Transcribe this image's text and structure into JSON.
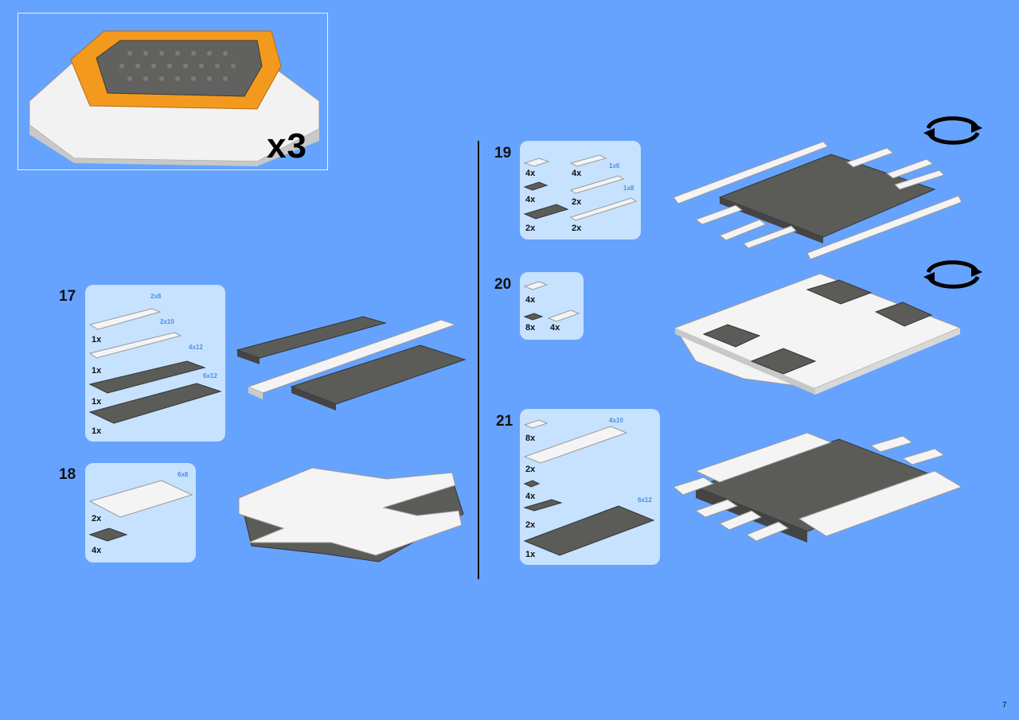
{
  "preview": {
    "multiplier": "x3"
  },
  "steps": {
    "s17": {
      "number": "17",
      "parts": [
        {
          "qty": "1x",
          "dim": "2x8"
        },
        {
          "qty": "1x",
          "dim": "2x10"
        },
        {
          "qty": "1x",
          "dim": "4x12"
        },
        {
          "qty": "1x",
          "dim": "6x12"
        }
      ]
    },
    "s18": {
      "number": "18",
      "parts": [
        {
          "qty": "2x",
          "dim": "6x8"
        },
        {
          "qty": "4x"
        }
      ]
    },
    "s19": {
      "number": "19",
      "parts": [
        {
          "qty": "4x"
        },
        {
          "qty": "4x"
        },
        {
          "qty": "2x"
        },
        {
          "qty": "4x"
        },
        {
          "qty": "2x",
          "dim": "1x6"
        },
        {
          "qty": "2x",
          "dim": "1x8"
        }
      ]
    },
    "s20": {
      "number": "20",
      "parts": [
        {
          "qty": "4x"
        },
        {
          "qty": "8x"
        },
        {
          "qty": "4x"
        }
      ]
    },
    "s21": {
      "number": "21",
      "parts": [
        {
          "qty": "8x"
        },
        {
          "qty": "2x",
          "dim": "4x10"
        },
        {
          "qty": "4x"
        },
        {
          "qty": "2x"
        },
        {
          "qty": "1x",
          "dim": "6x12"
        }
      ]
    }
  },
  "page": {
    "number": "7"
  },
  "colors": {
    "background": "#66a3ff",
    "callout": "#c6e2ff",
    "dark_gray": "#5b5c58",
    "white_brick": "#f4f4f4",
    "orange": "#f39a1e"
  }
}
